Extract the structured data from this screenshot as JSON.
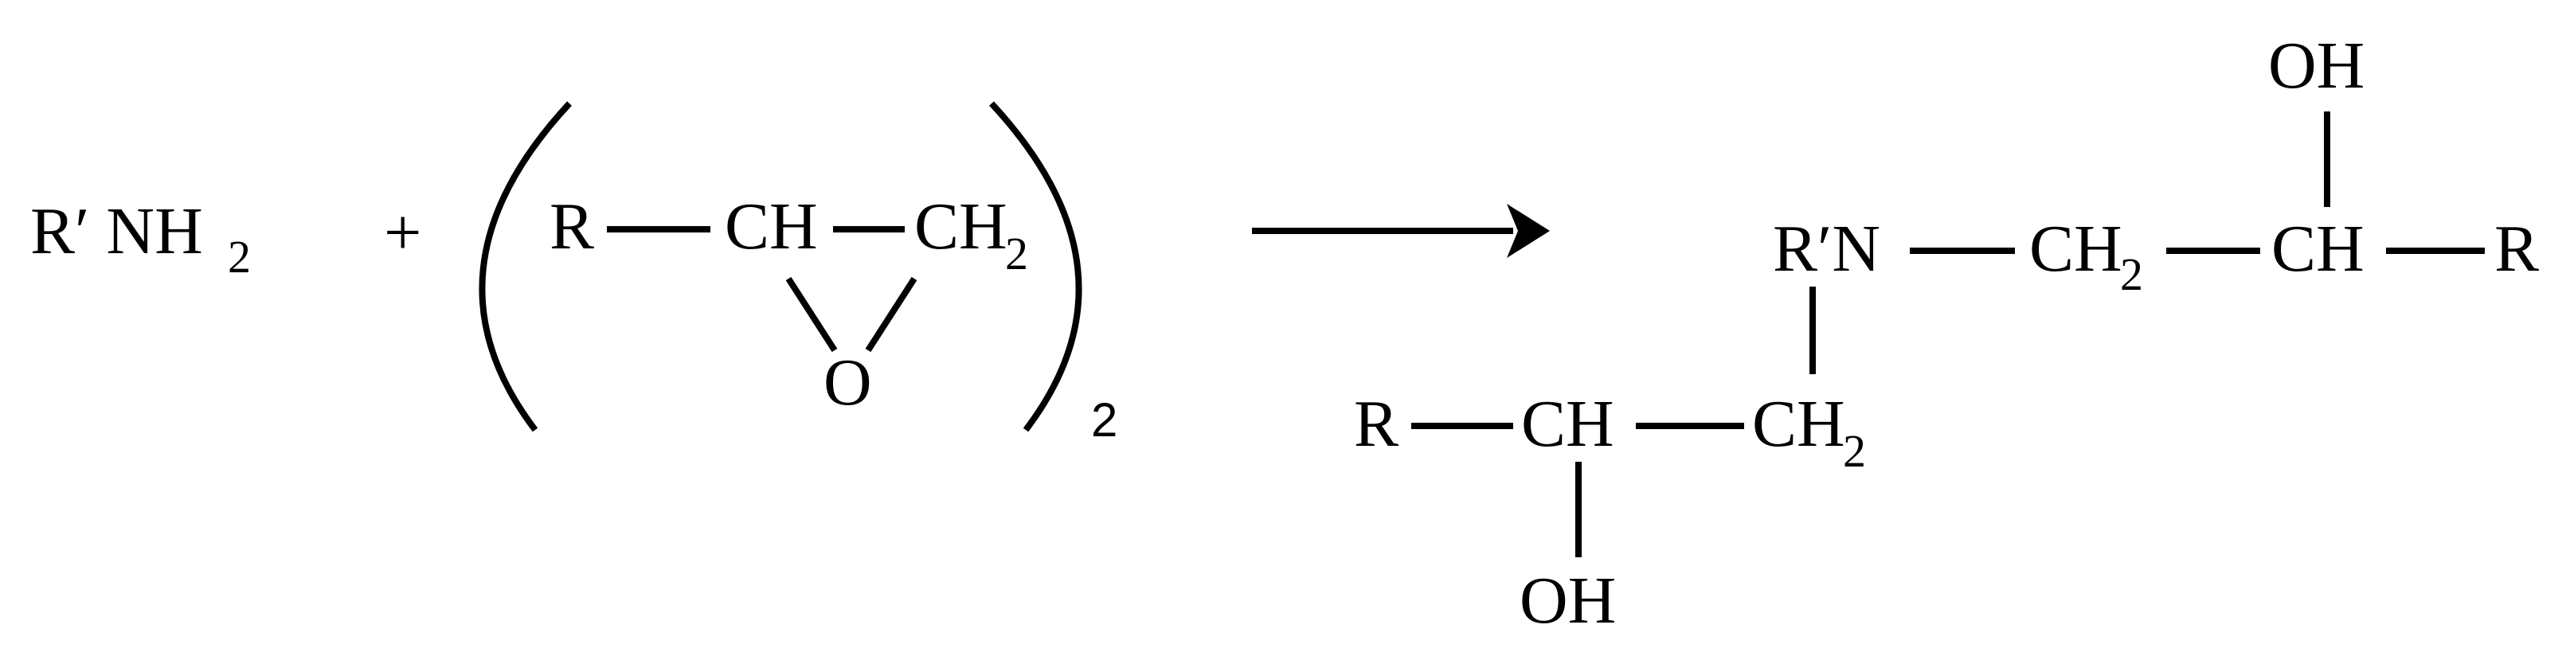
{
  "reactant_amine": {
    "main": "R′ NH",
    "sub": "2"
  },
  "plus_sign": "+",
  "epoxide": {
    "r": "R",
    "ch": "CH",
    "ch2_main": "CH",
    "ch2_sub": "2",
    "oxygen": "O",
    "multiplier": "2"
  },
  "product": {
    "rn": "R′N",
    "ch2_top_main": "CH",
    "ch2_top_sub": "2",
    "ch_top": "CH",
    "oh_top": "OH",
    "r_top": "R",
    "r_bottom": "R",
    "ch_bottom": "CH",
    "ch2_bottom_main": "CH",
    "ch2_bottom_sub": "2",
    "oh_bottom": "OH"
  },
  "colors": {
    "ink": "#000000",
    "background": "#ffffff"
  }
}
